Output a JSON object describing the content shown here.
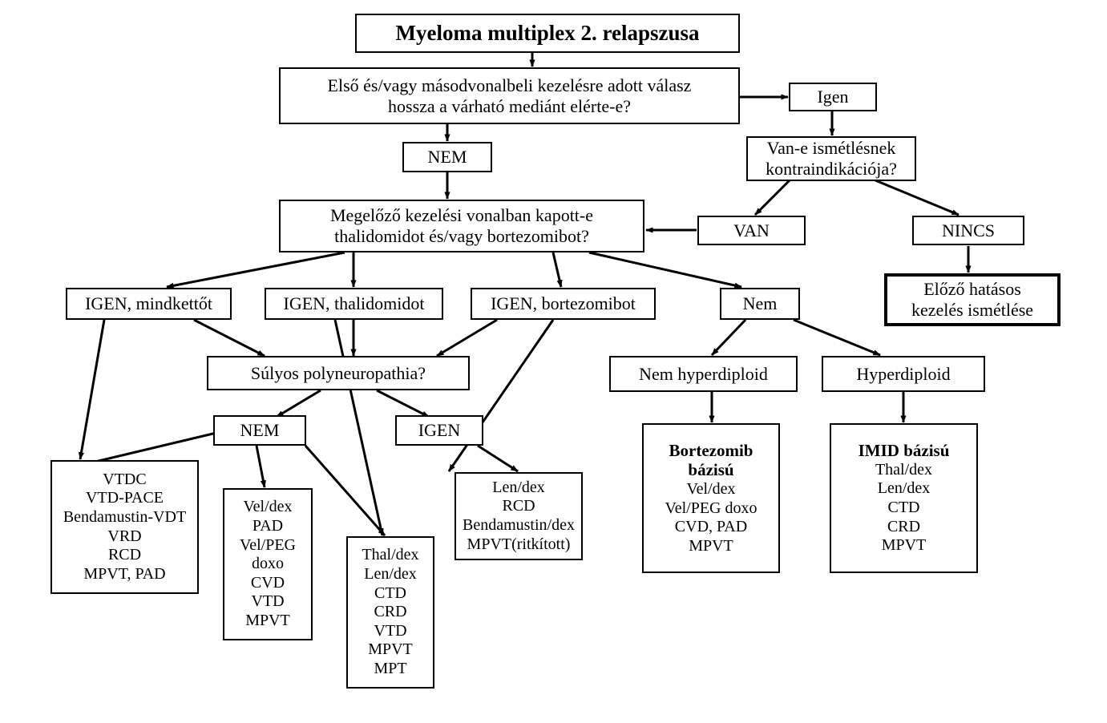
{
  "diagram": {
    "title": "Myeloma multiplex 2. relapszusa",
    "language": "hu",
    "nodes": {
      "title": {
        "lines": [
          "Myeloma multiplex 2. relapszusa"
        ]
      },
      "q_response": {
        "lines": [
          "Első és/vagy másodvonalbeli kezelésre adott válasz",
          "hossza a várható mediánt elérte-e?"
        ]
      },
      "yes_top": {
        "lines": [
          "Igen"
        ]
      },
      "no_top": {
        "lines": [
          "NEM"
        ]
      },
      "q_contraindication": {
        "lines": [
          "Van-e ismétlésnek",
          "kontraindikációja?"
        ]
      },
      "van": {
        "lines": [
          "VAN"
        ]
      },
      "nincs": {
        "lines": [
          "NINCS"
        ]
      },
      "repeat_prev": {
        "lines": [
          "Előző hatásos",
          "kezelés ismétlése"
        ]
      },
      "q_prior_drugs": {
        "lines": [
          "Megelőző kezelési vonalban kapott-e",
          "thalidomidot és/vagy bortezomibot?"
        ]
      },
      "igen_both": {
        "lines": [
          "IGEN, mindkettőt"
        ]
      },
      "igen_thal": {
        "lines": [
          "IGEN, thalidomidot"
        ]
      },
      "igen_bort": {
        "lines": [
          "IGEN, bortezomibot"
        ]
      },
      "nem_drugs": {
        "lines": [
          "Nem"
        ]
      },
      "q_polyneuro": {
        "lines": [
          "Súlyos polyneuropathia?"
        ]
      },
      "pn_nem": {
        "lines": [
          "NEM"
        ]
      },
      "pn_igen": {
        "lines": [
          "IGEN"
        ]
      },
      "non_hyperdiploid": {
        "lines": [
          "Nem hyperdiploid"
        ]
      },
      "hyperdiploid": {
        "lines": [
          "Hyperdiploid"
        ]
      },
      "tx_both": {
        "lines": [
          "VTDC",
          "VTD-PACE",
          "Bendamustin-VDT",
          "VRD",
          "RCD",
          "MPVT, PAD"
        ]
      },
      "tx_pn_nem": {
        "lines": [
          "Vel/dex",
          "PAD",
          "Vel/PEG",
          "doxo",
          "CVD",
          "VTD",
          "MPVT"
        ]
      },
      "tx_thal": {
        "lines": [
          "Thal/dex",
          "Len/dex",
          "CTD",
          "CRD",
          "VTD",
          "MPVT",
          "MPT"
        ]
      },
      "tx_pn_igen": {
        "lines": [
          "Len/dex",
          "RCD",
          "Bendamustin/dex",
          "MPVT(ritkított)"
        ]
      },
      "tx_bortezomib": {
        "heading": "Bortezomib\nbázisú",
        "head_lines": [
          "Bortezomib",
          "bázisú"
        ],
        "lines": [
          "Vel/dex",
          "Vel/PEG doxo",
          "CVD, PAD",
          "MPVT"
        ]
      },
      "tx_imid": {
        "head_lines": [
          "IMID bázisú"
        ],
        "lines": [
          "Thal/dex",
          "Len/dex",
          "CTD",
          "CRD",
          "MPVT"
        ]
      }
    },
    "colors": {
      "stroke": "#000000",
      "fill": "#ffffff",
      "text": "#000000"
    }
  }
}
